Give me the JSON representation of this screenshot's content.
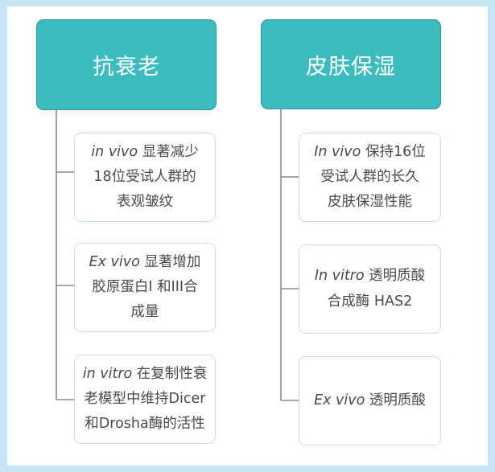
{
  "columns": [
    {
      "title": "抗衰老",
      "cards": [
        {
          "lines": [
            {
              "italic": "in vivo",
              "text": " 显著减少"
            },
            {
              "text": "18位受试人群的"
            },
            {
              "text": "表观皱纹"
            }
          ]
        },
        {
          "lines": [
            {
              "italic": "Ex vivo",
              "text": " 显著增加"
            },
            {
              "text": "胶原蛋白I 和III合"
            },
            {
              "text": "成量"
            }
          ]
        },
        {
          "lines": [
            {
              "italic": "in vitro",
              "text": " 在复制性衰"
            },
            {
              "text": "老模型中维持Dicer"
            },
            {
              "text": "和Drosha酶的活性"
            }
          ]
        }
      ]
    },
    {
      "title": "皮肤保湿",
      "cards": [
        {
          "lines": [
            {
              "italic": "In vivo",
              "text": " 保持16位"
            },
            {
              "text": "受试人群的长久"
            },
            {
              "text": "皮肤保湿性能"
            }
          ]
        },
        {
          "lines": [
            {
              "italic": "In vitro",
              "text": " 透明质酸"
            },
            {
              "text": "合成酶 HAS2"
            }
          ]
        },
        {
          "lines": [
            {
              "italic": "Ex vivo",
              "text": " 透明质酸"
            }
          ]
        }
      ]
    }
  ]
}
